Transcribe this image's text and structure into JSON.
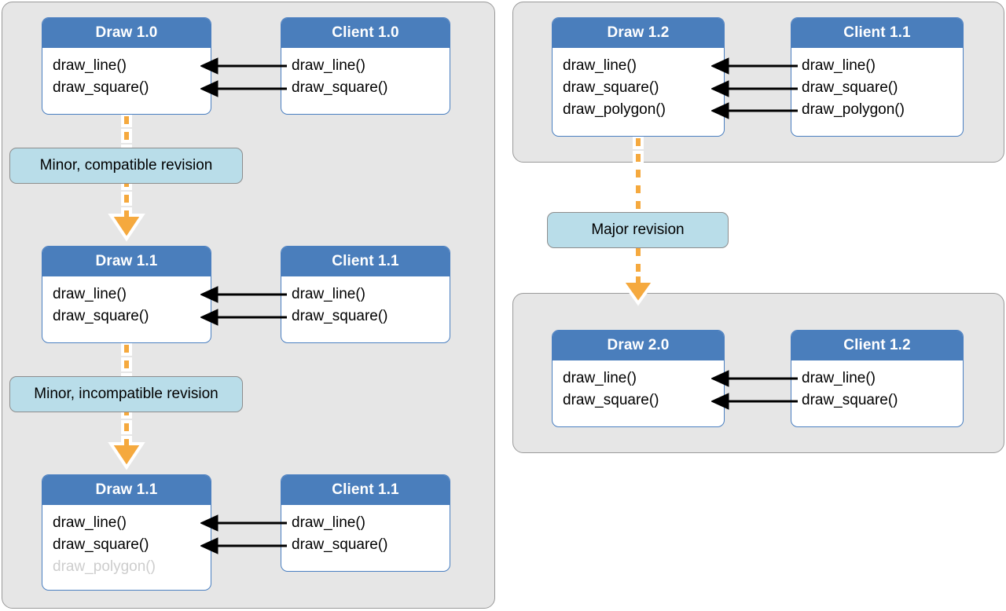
{
  "diagram": {
    "title_text": "",
    "colors": {
      "panel_bg": "#E6E6E6",
      "panel_border": "#9A9A9A",
      "box_header": "#4A7EBC",
      "box_border": "#4A7FC1",
      "box_bg": "#FFFFFF",
      "pill_bg": "#B9DDE9",
      "pill_border": "#8D8D8D",
      "arrow_orange": "#F5A93E",
      "arrow_black": "#000000",
      "dim_text": "#CDCDCD"
    }
  },
  "panels": [
    {
      "name": "left-revision-panel"
    },
    {
      "name": "right-top-panel"
    },
    {
      "name": "right-bottom-panel"
    }
  ],
  "boxes": {
    "draw_1_0": {
      "title": "Draw 1.0",
      "methods": [
        {
          "label": "draw_line()",
          "dim": false
        },
        {
          "label": "draw_square()",
          "dim": false
        }
      ]
    },
    "client_1_0": {
      "title": "Client 1.0",
      "methods": [
        {
          "label": "draw_line()",
          "dim": false
        },
        {
          "label": "draw_square()",
          "dim": false
        }
      ]
    },
    "draw_1_1_a": {
      "title": "Draw 1.1",
      "methods": [
        {
          "label": "draw_line()",
          "dim": false
        },
        {
          "label": "draw_square()",
          "dim": false
        }
      ]
    },
    "client_1_1_a": {
      "title": "Client 1.1",
      "methods": [
        {
          "label": "draw_line()",
          "dim": false
        },
        {
          "label": "draw_square()",
          "dim": false
        }
      ]
    },
    "draw_1_1_b": {
      "title": "Draw 1.1",
      "methods": [
        {
          "label": "draw_line()",
          "dim": false
        },
        {
          "label": "draw_square()",
          "dim": false
        },
        {
          "label": "draw_polygon()",
          "dim": true
        }
      ]
    },
    "client_1_1_b": {
      "title": "Client 1.1",
      "methods": [
        {
          "label": "draw_line()",
          "dim": false
        },
        {
          "label": "draw_square()",
          "dim": false
        }
      ]
    },
    "draw_1_2": {
      "title": "Draw 1.2",
      "methods": [
        {
          "label": "draw_line()",
          "dim": false
        },
        {
          "label": "draw_square()",
          "dim": false
        },
        {
          "label": "draw_polygon()",
          "dim": false
        }
      ]
    },
    "client_1_1_c": {
      "title": "Client 1.1",
      "methods": [
        {
          "label": "draw_line()",
          "dim": false
        },
        {
          "label": "draw_square()",
          "dim": false
        },
        {
          "label": "draw_polygon()",
          "dim": false
        }
      ]
    },
    "draw_2_0": {
      "title": "Draw 2.0",
      "methods": [
        {
          "label": "draw_line()",
          "dim": false
        },
        {
          "label": "draw_square()",
          "dim": false
        }
      ]
    },
    "client_1_2": {
      "title": "Client 1.2",
      "methods": [
        {
          "label": "draw_line()",
          "dim": false
        },
        {
          "label": "draw_square()",
          "dim": false
        }
      ]
    }
  },
  "revision_labels": {
    "minor_compatible": "Minor, compatible revision",
    "minor_incompatible": "Minor, incompatible revision",
    "major": "Major revision"
  }
}
